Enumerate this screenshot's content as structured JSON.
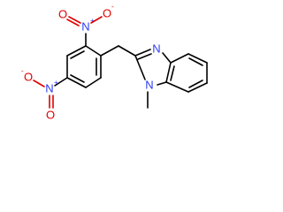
{
  "atoms": {
    "nitro_top_N": "N",
    "nitro_top_O_double": "O",
    "nitro_top_O_single": "O",
    "nitro_left_N": "N",
    "nitro_left_O_double": "O",
    "nitro_left_O_single": "O",
    "imidazole_N3": "N",
    "imidazole_N1": "N"
  },
  "charges": {
    "plus": "+",
    "minus": "-"
  },
  "colors": {
    "bond": "#000000",
    "nitrogen": "#2b3cf0",
    "oxygen": "#e00000"
  }
}
